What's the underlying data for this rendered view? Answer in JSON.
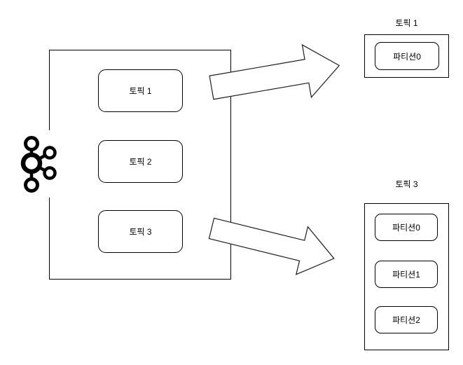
{
  "diagram": {
    "kafka_box": {
      "topics": [
        {
          "label": "토픽 1"
        },
        {
          "label": "토픽 2"
        },
        {
          "label": "토픽 3"
        }
      ]
    },
    "topic_groups": [
      {
        "title": "토픽 1",
        "partitions": [
          "파티션0"
        ]
      },
      {
        "title": "토픽 3",
        "partitions": [
          "파티션0",
          "파티션1",
          "파티션2"
        ]
      }
    ],
    "icons": {
      "logo": "kafka-logo"
    },
    "colors": {
      "stroke": "#000000",
      "arrow_stroke": "#1f1f1f",
      "background": "#ffffff"
    }
  }
}
